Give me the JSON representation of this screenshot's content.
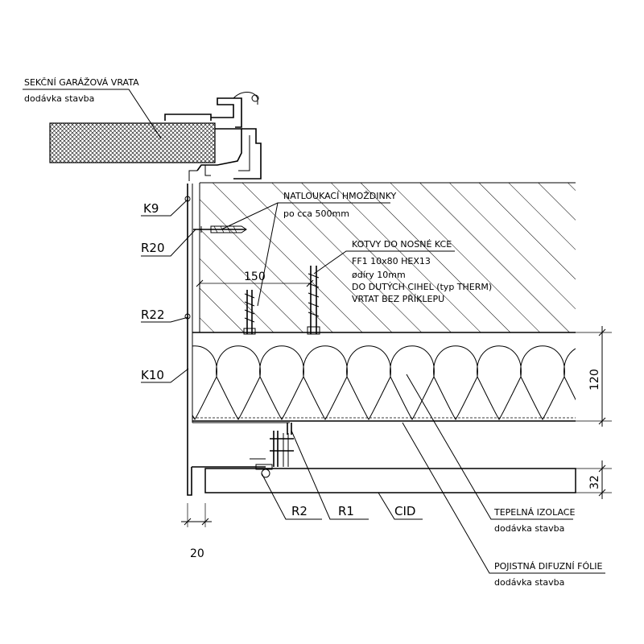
{
  "labels": {
    "garage_door": "SEKČNÍ GARÁŽOVÁ VRATA",
    "garage_door_supply": "dodávka stavba",
    "anchors_title": "NATLOUKACÍ HMOŽDINKY",
    "anchors_spacing": "po cca 500mm",
    "kotvy_title": "KOTVY DO NOSNÉ KCE",
    "kotvy_spec": "FF1  10x80  HEX13",
    "kotvy_holes": "ødíry 10mm",
    "kotvy_brick": "DO DUTÝCH CIHEL (typ THERM)",
    "kotvy_drill": "VRTAT BEZ PŘÍKLEPU",
    "insulation": "TEPELNÁ IZOLACE",
    "insulation_supply": "dodávka stavba",
    "membrane": "POJISTNÁ DIFUZNÍ FÓLIE",
    "membrane_supply": "dodávka stavba"
  },
  "tags": {
    "k9": "K9",
    "r20": "R20",
    "r22": "R22",
    "k10": "K10",
    "r2": "R2",
    "r1": "R1",
    "cid": "CID"
  },
  "dimensions": {
    "d150": "150",
    "d120": "120",
    "d32": "32",
    "d20": "20"
  }
}
